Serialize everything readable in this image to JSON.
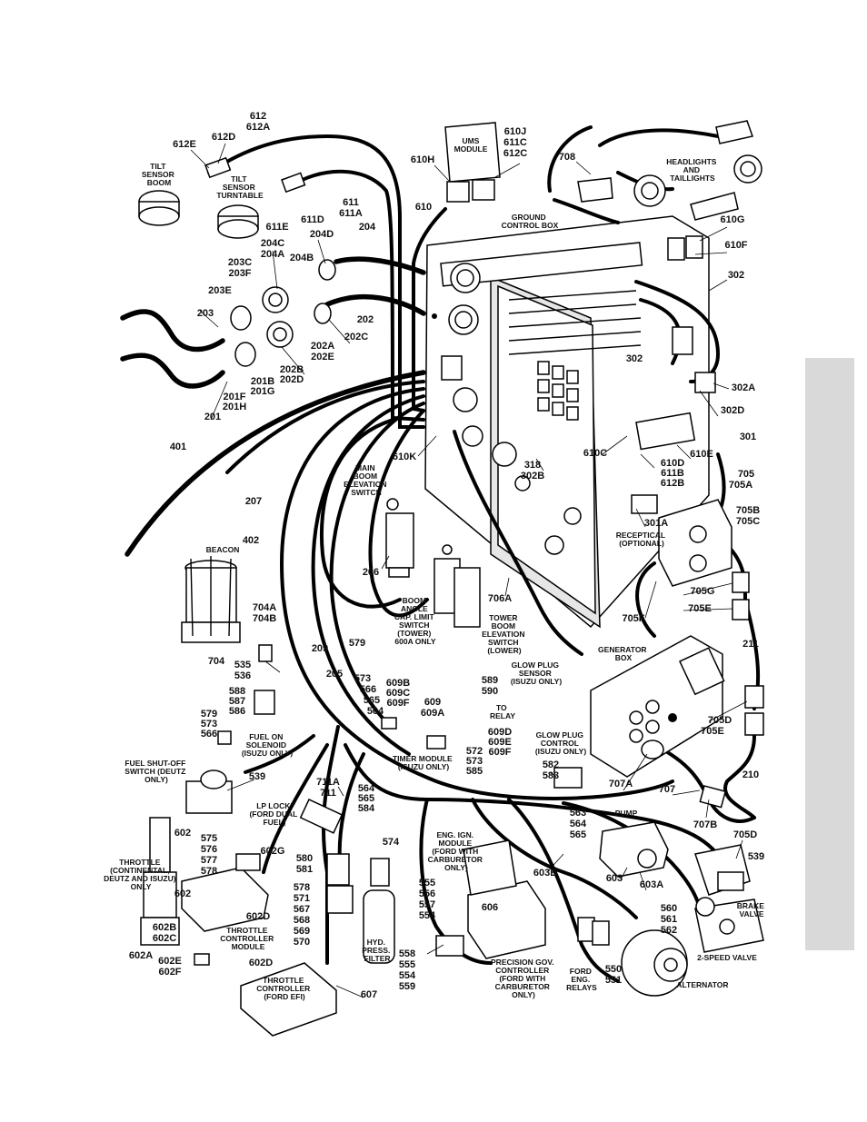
{
  "components": {
    "ums_module": "UMS MODULE",
    "ground_control_box": "GROUND CONTROL BOX",
    "tilt_sensor_boom": "TILT SENSOR BOOM",
    "tilt_sensor_turntable": "TILT SENSOR TURNTABLE",
    "headlights": "HEADLIGHTS AND TAILLIGHTS",
    "beacon": "BEACON",
    "main_boom_switch": "MAIN BOOM ELEVATION SWITCH",
    "boom_angle_switch": "BOOM ANGLE CAP. LIMIT SWITCH (TOWER) 600A ONLY",
    "tower_boom_switch": "TOWER BOOM ELEVATION SWITCH (LOWER)",
    "receptical": "RECEPTICAL (OPTIONAL)",
    "generator_box": "GENERATOR BOX",
    "glow_plug_sensor": "GLOW PLUG SENSOR (ISUZU ONLY)",
    "to_relay": "TO RELAY",
    "fuel_on_solenoid": "FUEL ON SOLENOID (ISUZU ONLY)",
    "timer_module": "TIMER MODULE (ISUZU ONLY)",
    "glow_plug_control": "GLOW PLUG CONTROL (ISUZU ONLY)",
    "fuel_shutoff": "FUEL SHUT-OFF SWITCH (DEUTZ ONLY)",
    "lp_lock": "LP LOCK (FORD DUAL FUEL)",
    "pump": "PUMP",
    "throttle": "THROTTLE (CONTINENTAL, DEUTZ AND ISUZU) ONLY",
    "eng_ign_module": "ENG. IGN. MODULE (FORD WITH CARBURETOR ONLY)",
    "brake_valve": "BRAKE VALVE",
    "throttle_ctrl_module": "THROTTLE CONTROLLER MODULE",
    "hyd_filter": "HYD. PRESS. FILTER",
    "precision_gov": "PRECISION GOV. CONTROLLER (FORD WITH CARBURETOR ONLY)",
    "ford_relays": "FORD ENG. RELAYS",
    "two_speed_valve": "2-SPEED VALVE",
    "alternator": "ALTERNATOR",
    "throttle_controller_efi": "THROTTLE CONTROLLER (FORD EFI)"
  },
  "callouts": {
    "c612": "612",
    "c612a": "612A",
    "c612e": "612E",
    "c612d": "612D",
    "c611": "611",
    "c611a": "611A",
    "c611e": "611E",
    "c611d": "611D",
    "c610h": "610H",
    "c610j": "610J",
    "c611c": "611C",
    "c612c": "612C",
    "c610": "610",
    "c708": "708",
    "c204c": "204C",
    "c204a": "204A",
    "c204d": "204D",
    "c204": "204",
    "c204b": "204B",
    "c203c": "203C",
    "c203f": "203F",
    "c203e": "203E",
    "c203": "203",
    "c202": "202",
    "c202c": "202C",
    "c202a": "202A",
    "c202e": "202E",
    "c202b": "202B",
    "c202d": "202D",
    "c201b": "201B",
    "c201g": "201G",
    "c201f": "201F",
    "c201h": "201H",
    "c201": "201",
    "c610g": "610G",
    "c610f": "610F",
    "c302": "302",
    "c302_b": "302",
    "c302a": "302A",
    "c302d": "302D",
    "c301": "301",
    "c610e": "610E",
    "c610c": "610C",
    "c610d": "610D",
    "c611b": "611B",
    "c612b": "612B",
    "c705": "705",
    "c705a": "705A",
    "c705b": "705B",
    "c705c": "705C",
    "c301a": "301A",
    "c318": "318",
    "c302b": "302B",
    "c610k": "610K",
    "c401": "401",
    "c207": "207",
    "c402": "402",
    "c206": "206",
    "c706a": "706A",
    "c705g": "705G",
    "c705e": "705E",
    "c705f": "705F",
    "c704a": "704A",
    "c704b": "704B",
    "c704": "704",
    "c535": "535",
    "c536": "536",
    "c209": "209",
    "c579": "579",
    "c573": "573",
    "c205": "205",
    "c566": "566",
    "c565": "565",
    "c564": "564",
    "c609b": "609B",
    "c609c": "609C",
    "c609f": "609F",
    "c589": "589",
    "c590": "590",
    "c609": "609",
    "c609a": "609A",
    "c588": "588",
    "c587": "587",
    "c586": "586",
    "c579b": "579",
    "c573b": "573",
    "c566b": "566",
    "c609d": "609D",
    "c609e": "609E",
    "c609f2": "609F",
    "c572": "572",
    "c573c": "573",
    "c585": "585",
    "c211": "211",
    "c705d": "705D",
    "c705e2": "705E",
    "c539": "539",
    "c711a": "711A",
    "c711": "711",
    "c564b": "564",
    "c565b": "565",
    "c584": "584",
    "c582": "582",
    "c583": "583",
    "c707a": "707A",
    "c707": "707",
    "c210": "210",
    "c602": "602",
    "c575": "575",
    "c576": "576",
    "c577": "577",
    "c578": "578",
    "c602g": "602G",
    "c580": "580",
    "c581": "581",
    "c574": "574",
    "c563": "563",
    "c564c": "564",
    "c565c": "565",
    "c603b": "603B",
    "c603": "603",
    "c603a": "603A",
    "c707b": "707B",
    "c705d2": "705D",
    "c539b": "539",
    "c602b2": "602",
    "c578b": "578",
    "c571": "571",
    "c567": "567",
    "c568": "568",
    "c569": "569",
    "c570": "570",
    "c555": "555",
    "c556": "556",
    "c557": "557",
    "c554": "554",
    "c606": "606",
    "c602d": "602D",
    "c602b": "602B",
    "c602c": "602C",
    "c602a": "602A",
    "c602e": "602E",
    "c602f": "602F",
    "c602d2": "602D",
    "c558": "558",
    "c555b": "555",
    "c554b": "554",
    "c559": "559",
    "c560": "560",
    "c561": "561",
    "c562": "562",
    "c550": "550",
    "c551": "551",
    "c607": "607"
  },
  "colors": {
    "ink": "#000000",
    "tab": "#d9d9d9",
    "paper": "#ffffff"
  }
}
